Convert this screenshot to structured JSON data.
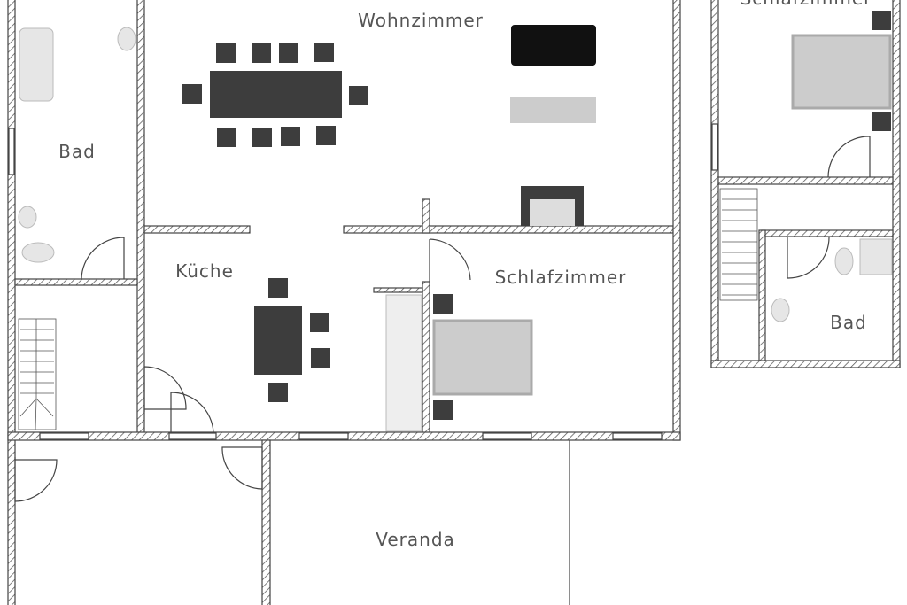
{
  "rooms": {
    "wohnzimmer": "Wohnzimmer",
    "bad_left": "Bad",
    "kueche": "Küche",
    "schlafzimmer": "Schlafzimmer",
    "bad_right": "Bad",
    "veranda": "Veranda",
    "schlafzimmer_top_right": "Schlafzimmer"
  },
  "colors": {
    "wall": "#444444",
    "furniture": "#3d3d3d",
    "bed": "#cccccc"
  }
}
